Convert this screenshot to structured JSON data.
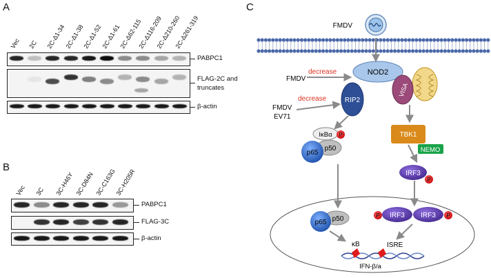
{
  "panel_a": {
    "letter": "A",
    "lanes": [
      "Vec",
      "2C",
      "2C-Δ1-34",
      "2C-Δ1-38",
      "2C-Δ1-52",
      "2C-Δ1-61",
      "2C-Δ62-115",
      "2C-Δ116-209",
      "2C-Δ210-260",
      "2C-Δ261-319"
    ],
    "rows": [
      {
        "label": "PABPC1"
      },
      {
        "label_line1": "FLAG-2C and",
        "label_line2": "truncates"
      },
      {
        "label": "β-actin"
      }
    ]
  },
  "panel_b": {
    "letter": "B",
    "lanes": [
      "Vec",
      "3C",
      "3C-H46Y",
      "3C-D84N",
      "3C-C163G",
      "3C-H205R"
    ],
    "rows": [
      {
        "label": "PABPC1"
      },
      {
        "label": "FLAG-3C"
      },
      {
        "label": "β-actin"
      }
    ]
  },
  "panel_c": {
    "letter": "C",
    "virus_top": "FMDV",
    "nod2": "NOD2",
    "rip2": "RIP2",
    "visa": "VISA",
    "fmdv_left": "FMDV",
    "decrease_1": "decrease",
    "fmdv_ev71_line1": "FMDV",
    "fmdv_ev71_line2": "EV71",
    "decrease_2": "decrease",
    "ikba": "IκBα",
    "p65": "p65",
    "p50": "p50",
    "phos": "P",
    "tbk1": "TBK1",
    "nemo": "NEMO",
    "irf3": "IRF3",
    "kb": "κB",
    "isre": "ISRE",
    "ifn": "IFN-β/a"
  },
  "colors": {
    "decrease": "#e03020",
    "blue_node": "#3a6fc0",
    "purple_node": "#5b3ea6",
    "tbk1": "#d98a1a",
    "nemo": "#19a34a",
    "phos": "#e3141b",
    "membrane": "#4a68a8"
  }
}
